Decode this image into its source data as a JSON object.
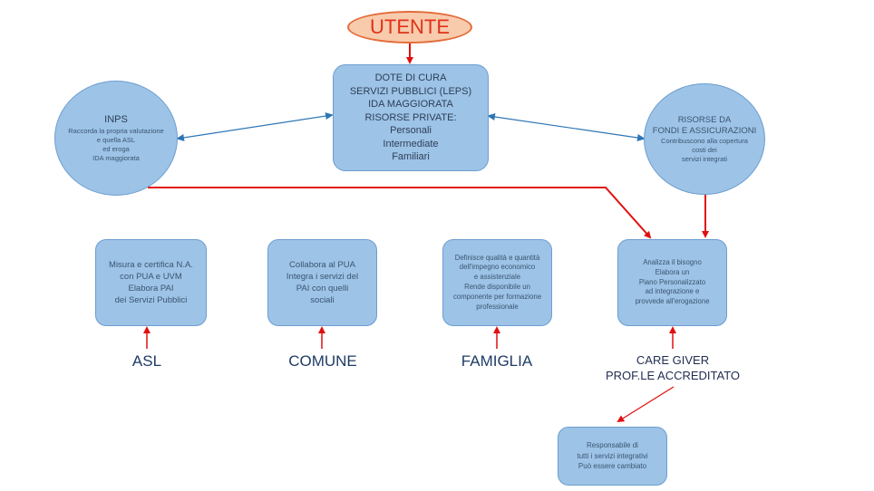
{
  "utente": {
    "label": "UTENTE"
  },
  "dote": {
    "lines": [
      "DOTE DI CURA",
      "SERVIZI PUBBLICI (LEPS)",
      "IDA MAGGIORATA",
      "RISORSE PRIVATE:",
      " Personali",
      " Intermediate",
      " Familiari"
    ]
  },
  "inps": {
    "title": "INPS",
    "lines": [
      "Raccorda la propria valutazione",
      "e quella ASL",
      "ed eroga",
      "IDA maggiorata"
    ]
  },
  "risorse": {
    "lines": [
      "RISORSE DA",
      "FONDI E ASSICURAZIONI"
    ],
    "sub_lines": [
      "Contribuscono alla copertura",
      "costi dei",
      "servizi integrati"
    ]
  },
  "asl_box": {
    "lines": [
      "Misura e certifica N.A.",
      "con PUA e UVM",
      "Elabora PAI",
      "dei Servizi Pubblici"
    ]
  },
  "comune_box": {
    "lines": [
      "Collabora al PUA",
      "Integra i servizi del",
      "PAI con quelli",
      "sociali"
    ]
  },
  "famiglia_box": {
    "lines": [
      "Definisce qualità e quantità",
      "dell'impegno economico",
      "e assistenziale",
      "Rende disponibile un",
      "componente per formazione",
      "professionale"
    ]
  },
  "caregiver_box": {
    "lines": [
      "Analizza il bisogno",
      "Elabora un",
      "Piano Personalizzato",
      "ad integrazione e",
      "provvede all'erogazione"
    ]
  },
  "responsabile_box": {
    "lines": [
      "Responsabile di",
      "tutti i servizi integrativi",
      "Può essere cambiato"
    ]
  },
  "labels": {
    "asl": "ASL",
    "comune": "COMUNE",
    "famiglia": "FAMIGLIA",
    "caregiver": [
      "CARE GIVER",
      "PROF.LE ACCREDITATO"
    ]
  },
  "colors": {
    "box_fill": "#9dc3e6",
    "box_border": "#6d9ed0",
    "utente_fill": "#f8cbad",
    "utente_border": "#e46c3a",
    "red_arrow": "#e01010",
    "blue_arrow": "#2e75b6",
    "label_text": "#1f3c66",
    "node_text": "#3a5572"
  }
}
